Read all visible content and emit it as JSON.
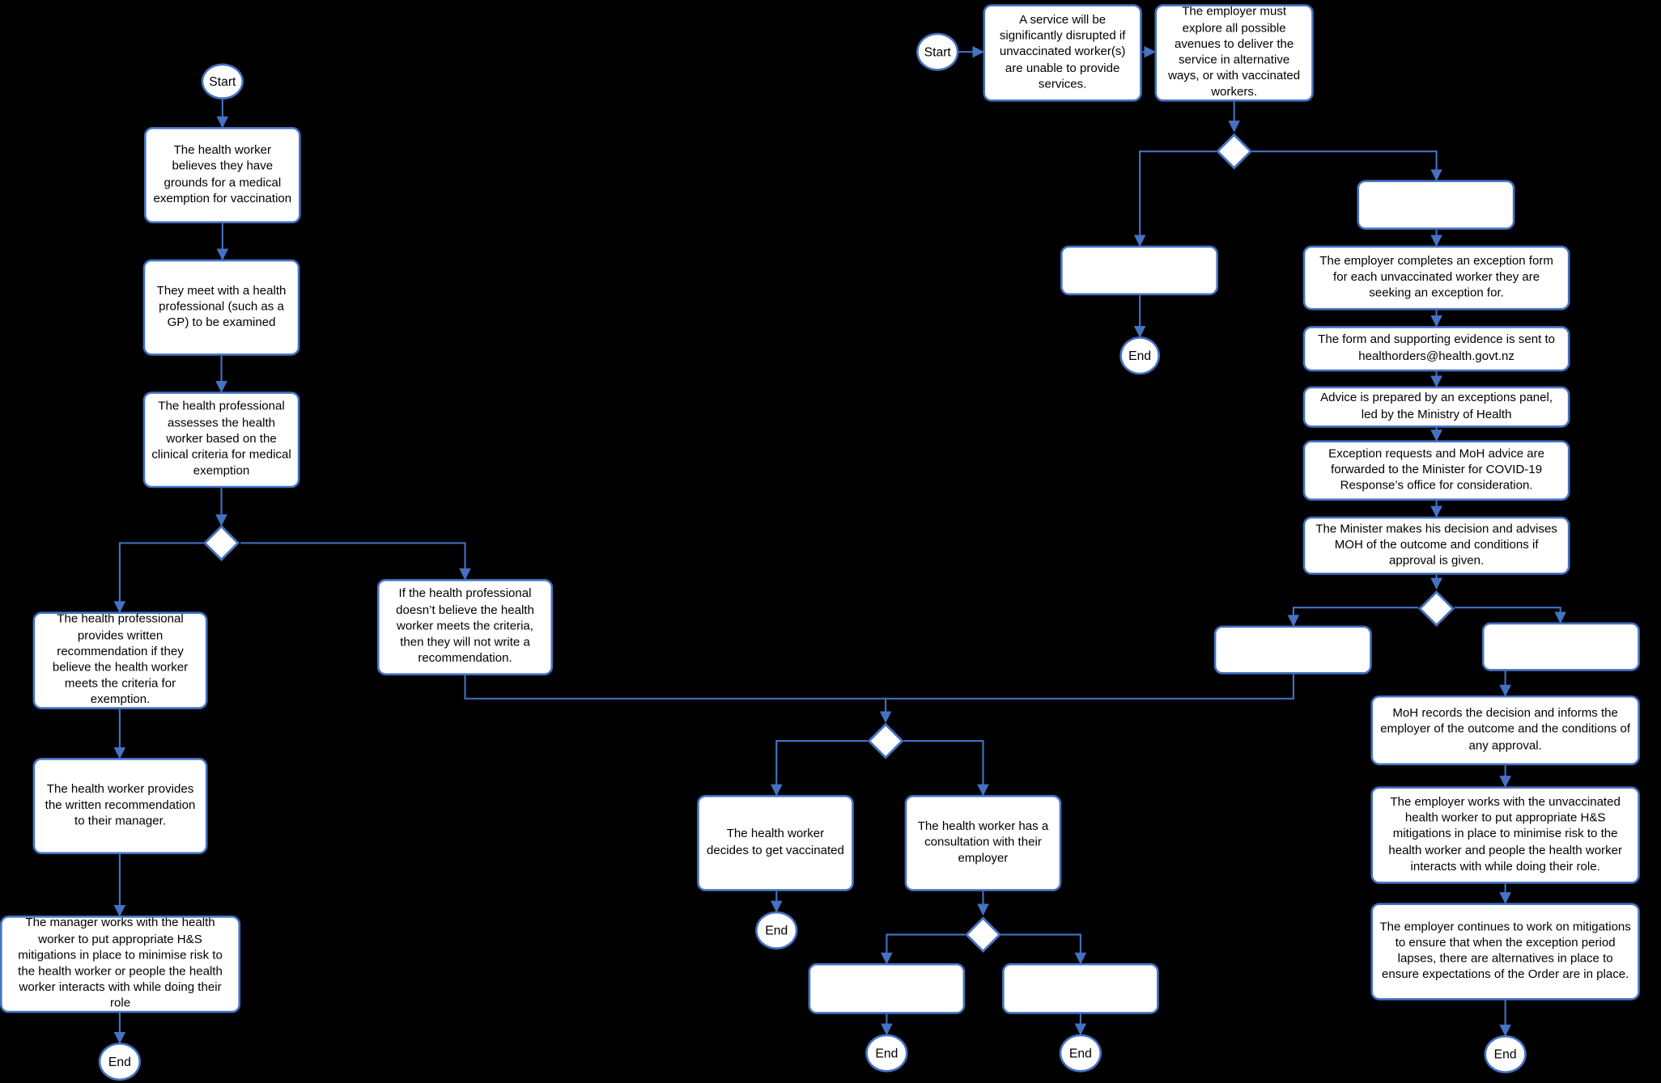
{
  "colors": {
    "line": "#4472c4",
    "background": "#000000",
    "box_fill": "#ffffff"
  },
  "terminals": {
    "start_left": "Start",
    "start_right": "Start",
    "end_left": "End",
    "end_center_vaccinated": "End",
    "end_center_a": "End",
    "end_center_b": "End",
    "end_right_upper": "End",
    "end_right_lower": "End"
  },
  "medical_exemption_flow": {
    "step1": "The health worker believes they have grounds for a medical exemption for vaccination",
    "step2": "They meet with a health professional (such as a GP) to be examined",
    "step3": "The health professional assesses the health worker based on the clinical criteria for medical exemption",
    "branch_yes": "The health professional provides written recommendation if they believe the health worker meets the criteria for exemption.",
    "branch_no": "If the health professional doesn’t believe the health worker meets the criteria, then they will not write a recommendation.",
    "step_provide": "The health worker provides the written recommendation to their manager.",
    "step_manager": "The manager works with the health worker to put appropriate H&S mitigations in place to minimise risk to the health worker or people the health worker interacts with while doing their role"
  },
  "outcome_flow": {
    "vaccinated": "The health worker decides to get vaccinated",
    "consultation": "The health worker has a consultation with their employer",
    "option_a": "",
    "option_b": ""
  },
  "service_exception_flow": {
    "disruption": "A service will be significantly disrupted if unvaccinated worker(s) are unable to provide services.",
    "explore": "The employer must explore all possible avenues to deliver the service in alternative ways, or with vaccinated workers.",
    "branch_left": "",
    "branch_right": "",
    "exception_form": "The employer completes an exception form for each unvaccinated worker they are seeking an exception for.",
    "send_form": "The form and supporting evidence is sent to healthorders@health.govt.nz",
    "advice": "Advice is prepared by an exceptions panel, led by the Ministry of Health",
    "forward": "Exception requests and MoH advice are forwarded to the Minister for COVID-19 Response’s office for consideration.",
    "minister": "The Minister makes his decision and advises MOH of the outcome and conditions if approval is given.",
    "decision_left": "",
    "decision_right": "",
    "moh_records": "MoH records the decision and informs the employer of the outcome and the conditions of any approval.",
    "mitigations": "The employer works with the unvaccinated health worker to put appropriate H&S mitigations in place to minimise risk to the health worker and people the health worker interacts with while doing their role.",
    "continue": "The employer continues to work on mitigations to ensure that when the exception period lapses, there are alternatives in place to ensure expectations of the Order are in place."
  }
}
